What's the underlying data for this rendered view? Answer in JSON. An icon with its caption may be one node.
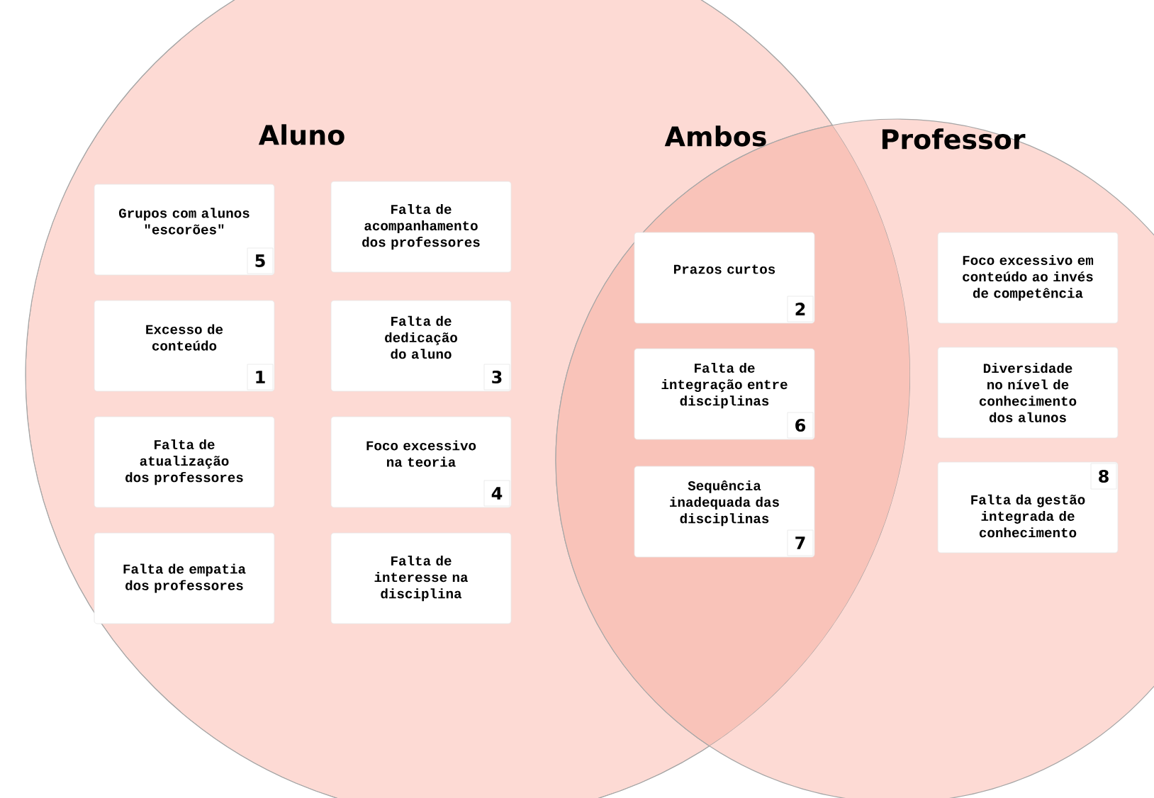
{
  "diagram": {
    "nodes": [
      {
        "text": [
          "Aluno"
        ]
      },
      {
        "text": [
          "Grupos com alunos \"escorões\"",
          "5"
        ],
        "in": 0
      },
      {
        "text": [
          "Falta de acompanhamento dos professores"
        ],
        "in": 0
      },
      {
        "text": [
          "Excesso de conteúdo",
          "1"
        ],
        "in": 0
      },
      {
        "text": [
          "Falta de dedicação do aluno",
          "3"
        ],
        "in": 0
      },
      {
        "text": [
          "Falta de atualização dos professores"
        ],
        "in": 0
      },
      {
        "text": [
          "Foco excessivo na teoria",
          "4"
        ],
        "in": 0
      },
      {
        "text": [
          "Falta de empatia dos professores"
        ],
        "in": 0
      },
      {
        "text": [
          "Falta de interesse na disciplina"
        ],
        "in": 0
      },
      {
        "text": [
          "Professor"
        ]
      },
      {
        "text": [
          "Prazos curtos",
          "2"
        ]
      },
      {
        "text": [
          "Falta de integração entre disciplinas",
          "6"
        ]
      },
      {
        "text": [
          "Sequência inadequada das disciplinas",
          "7"
        ]
      },
      {
        "text": [
          "Foco excessivo em conteúdo ao invés de competência"
        ],
        "in": 9
      },
      {
        "text": [
          "Diversidade no nível de conhecimento dos alunos"
        ],
        "in": 9
      },
      {
        "text": [
          "Falta da gestão integrada de conhecimento",
          "8"
        ],
        "in": 9
      }
    ],
    "labels": [
      "Ambos"
    ]
  }
}
